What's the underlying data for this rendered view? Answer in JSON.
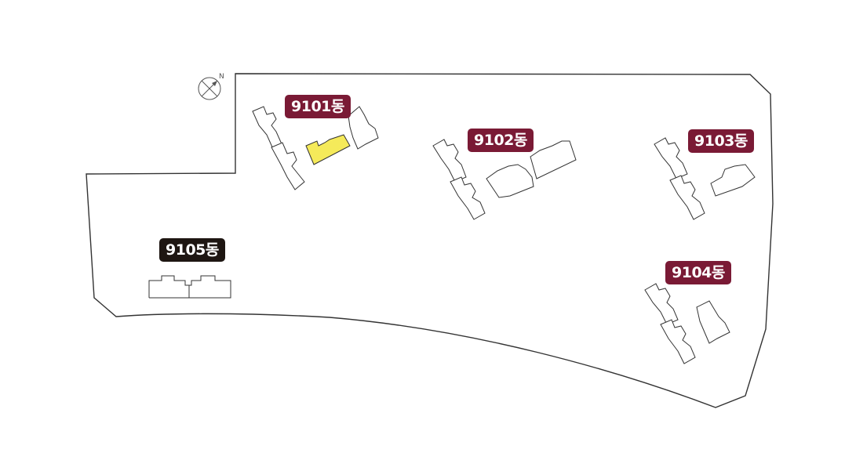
{
  "colors": {
    "badge_default": "#7a1a35",
    "badge_selected": "#1e1612",
    "highlight_unit": "#f5ea5a",
    "outline": "#333333"
  },
  "compass": {
    "icon": "north-arrow-icon",
    "label": "N"
  },
  "buildings": [
    {
      "id": "9101",
      "label": "9101동",
      "state": "default"
    },
    {
      "id": "9102",
      "label": "9102동",
      "state": "default"
    },
    {
      "id": "9103",
      "label": "9103동",
      "state": "default"
    },
    {
      "id": "9104",
      "label": "9104동",
      "state": "default"
    },
    {
      "id": "9105",
      "label": "9105동",
      "state": "selected"
    }
  ]
}
